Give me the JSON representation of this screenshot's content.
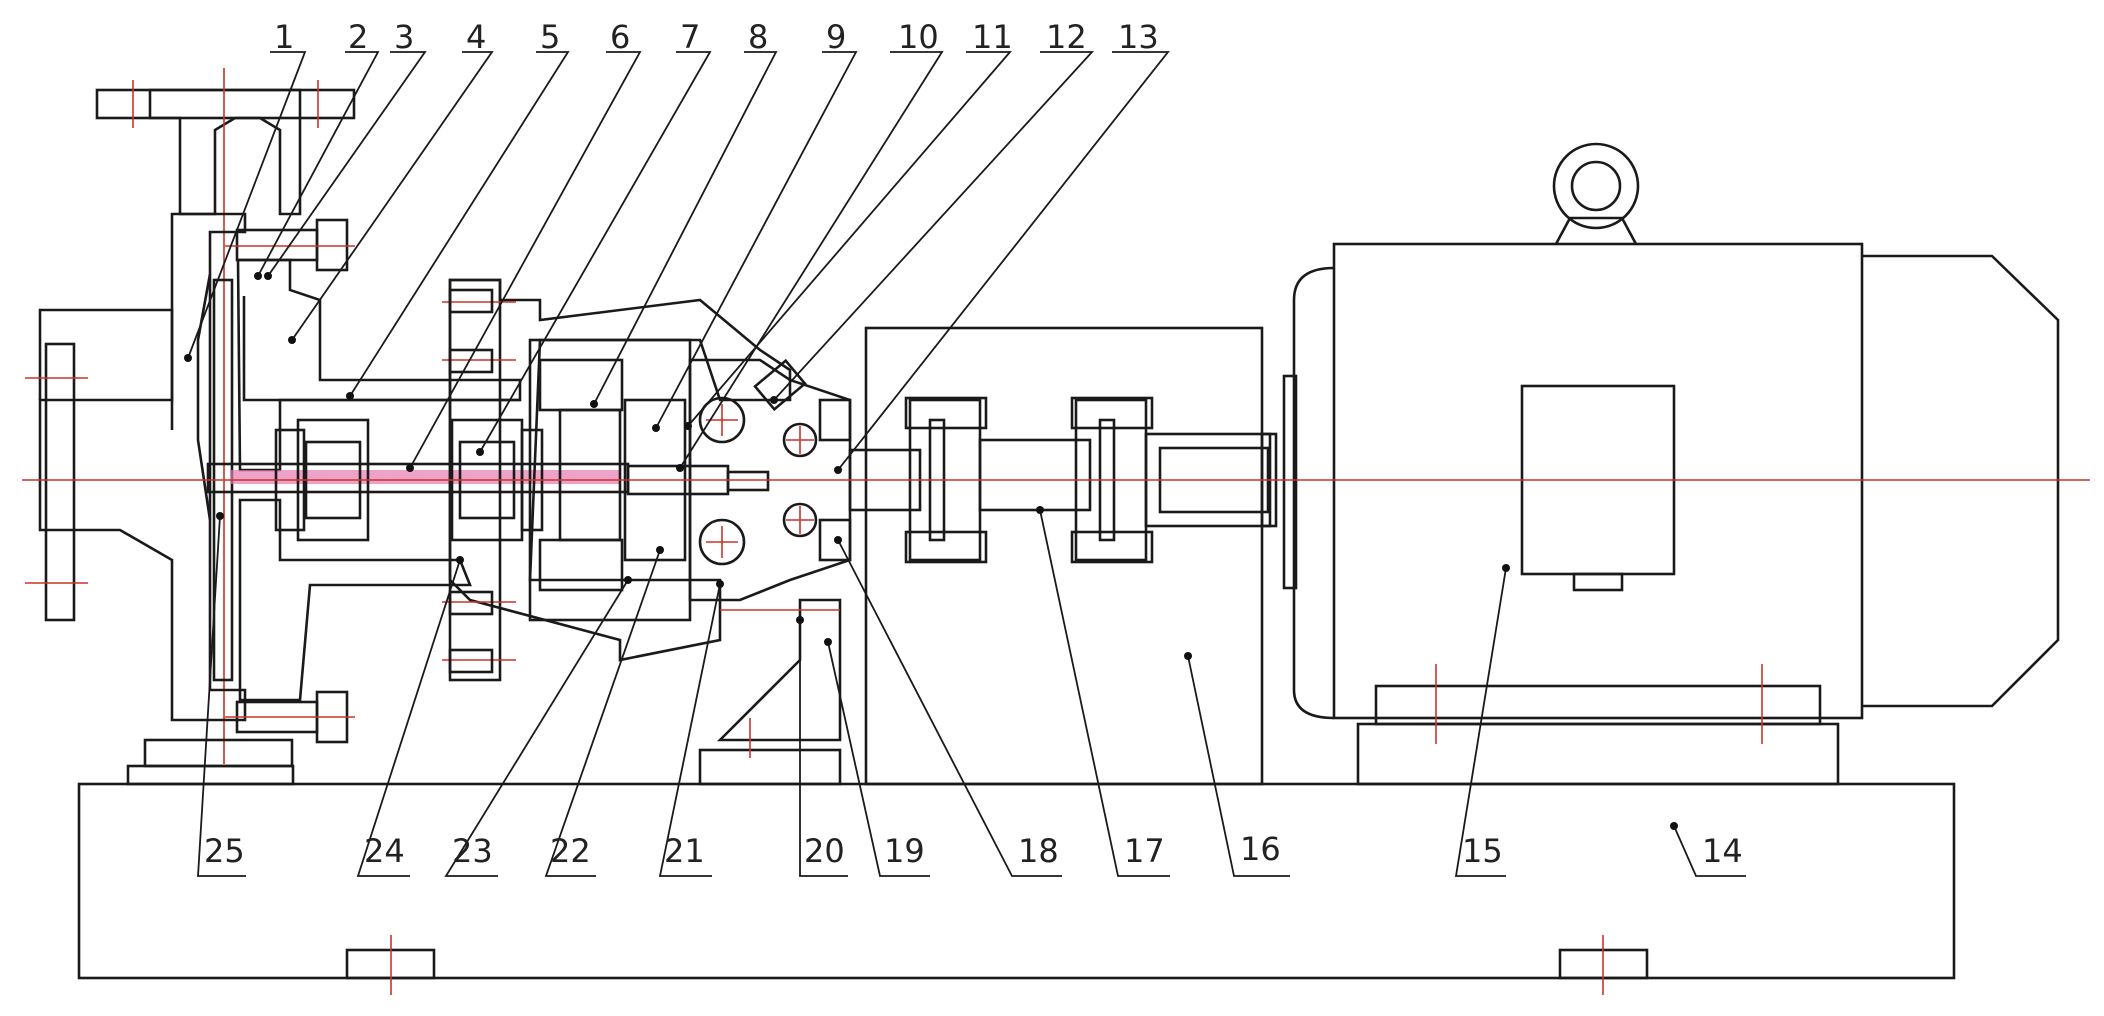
{
  "diagram": {
    "title": "",
    "callouts_top": [
      "1",
      "2",
      "3",
      "4",
      "5",
      "6",
      "7",
      "8",
      "9",
      "10",
      "11",
      "12",
      "13"
    ],
    "callouts_bottom": [
      "25",
      "24",
      "23",
      "22",
      "21",
      "20",
      "19",
      "18",
      "17",
      "16",
      "15",
      "14"
    ]
  },
  "colors": {
    "line": "#1a1a1a",
    "hatch_fill": "#d9d9d9",
    "centerline": "#c8332b",
    "bolt_green": "#8fcf6a",
    "bolt_yellow": "#e8e07a",
    "shaft_pink": "#e87ab0",
    "casing_orange": "#e8a07a",
    "rubber_dark": "#444444"
  },
  "icons": {
    "pump_casing": "volute-casing",
    "motor": "electric-motor",
    "coupling": "flange-coupling",
    "bearing": "ball-bearing"
  }
}
